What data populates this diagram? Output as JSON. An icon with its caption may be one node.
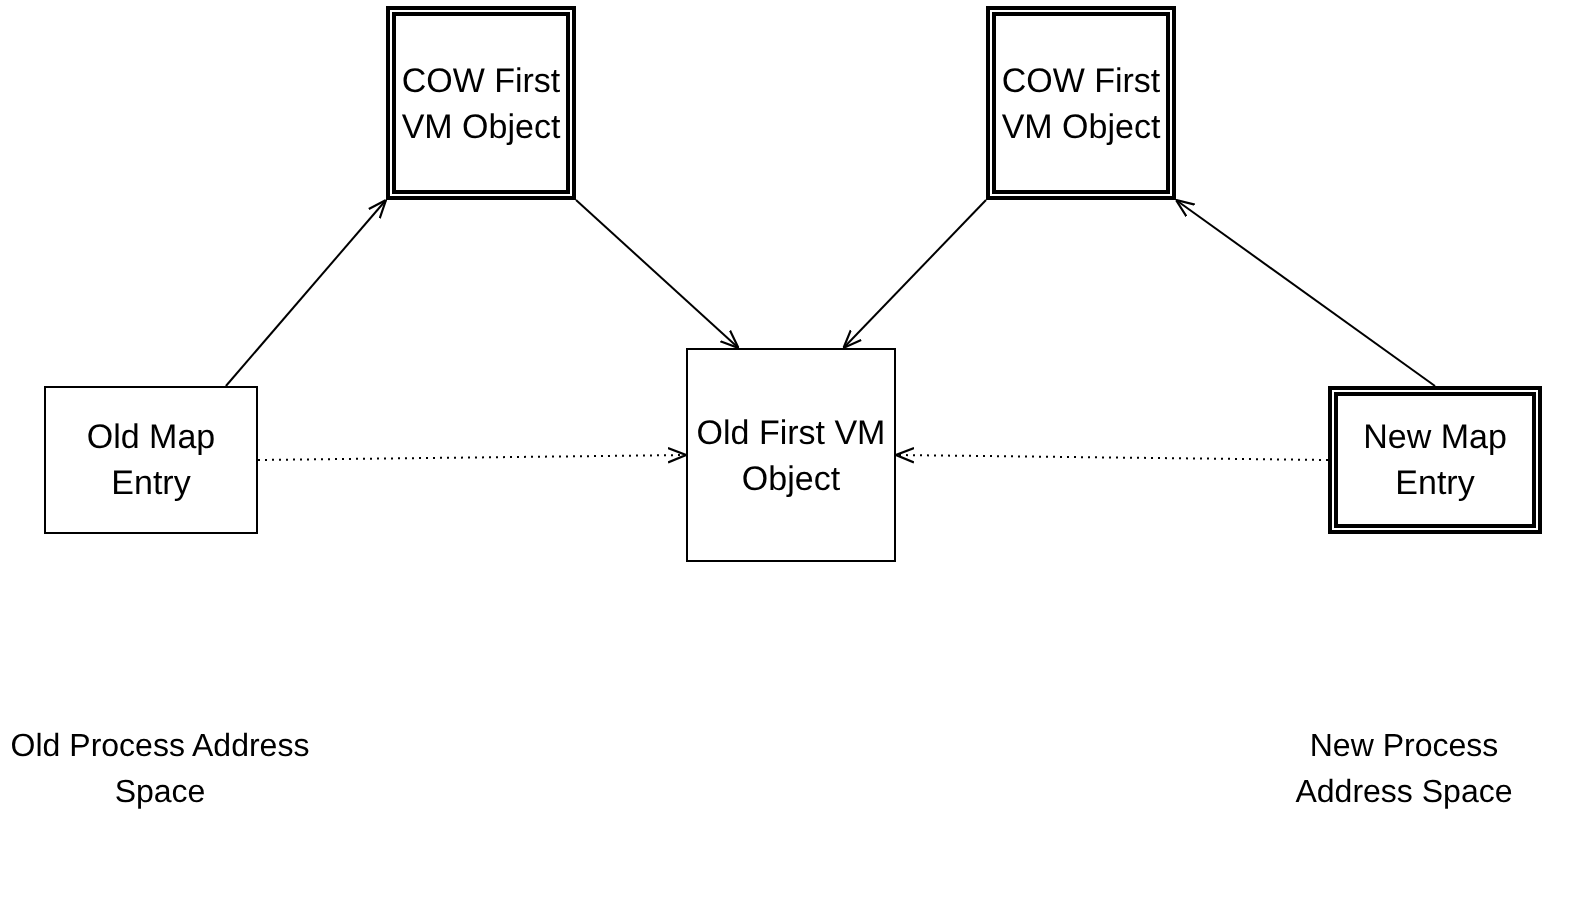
{
  "diagram": {
    "nodes": [
      {
        "text": [
          "COW First VM Object"
        ]
      },
      {
        "text": [
          "COW First VM Object"
        ]
      },
      {
        "text": [
          "Old Map Entry"
        ]
      },
      {
        "text": [
          "Old First VM Object"
        ]
      },
      {
        "text": [
          "New Map Entry"
        ]
      }
    ],
    "edges": [
      {
        "from": 2,
        "to": 0,
        "arrow": "to"
      },
      {
        "from": 0,
        "to": 3,
        "arrow": "to"
      },
      {
        "from": 1,
        "to": 3,
        "arrow": "to"
      },
      {
        "from": 4,
        "to": 1,
        "arrow": "to"
      },
      {
        "from": 2,
        "to": 3,
        "arrow": "to",
        "style": "dashed"
      },
      {
        "from": 4,
        "to": 3,
        "arrow": "to",
        "style": "dashed"
      }
    ],
    "labels": [
      "Old Process Address Space",
      "New Process Address Space"
    ]
  }
}
